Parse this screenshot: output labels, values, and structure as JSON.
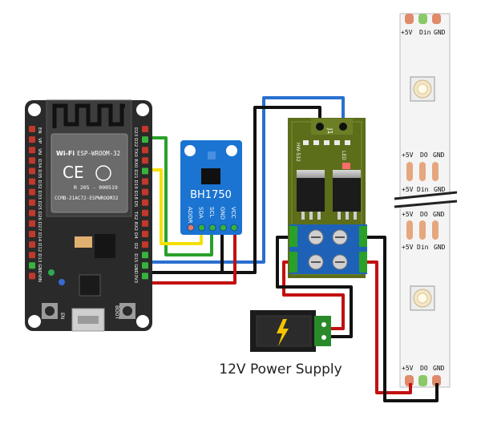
{
  "esp32": {
    "module_label": "ESP-WROOM-32",
    "cert_line_1": "R 205 - 000519",
    "cert_line_2": "CCMB-21AC72-ESPWROOM32",
    "en_label": "EN",
    "boot_label": "BOOT",
    "left_pins": [
      "EN",
      "VP",
      "VN",
      "D34",
      "D35",
      "D32",
      "D33",
      "D25",
      "D26",
      "D27",
      "D14",
      "D12",
      "D13",
      "GND",
      "VIN"
    ],
    "right_pins": [
      "D23",
      "D22",
      "TX0",
      "RX0",
      "D21",
      "D19",
      "D18",
      "D5",
      "TX2",
      "RX2",
      "D4",
      "D2",
      "D15",
      "GND",
      "3V3"
    ]
  },
  "sensor": {
    "name": "BH1750",
    "pins": [
      "ADDR",
      "SDA",
      "SCL",
      "GND",
      "VCC"
    ]
  },
  "mosfet": {
    "j1_label": "J1",
    "led_label": "LED",
    "vertical_label": "HW-532"
  },
  "strip": {
    "top_labels": [
      "+5V",
      "Din",
      "GND"
    ],
    "segment_out_labels": [
      "+5V",
      "DO",
      "GND"
    ],
    "segment_in_labels": [
      "+5V",
      "Din",
      "GND"
    ],
    "bottom_labels": [
      "+5V",
      "DO",
      "GND"
    ]
  },
  "power_supply": {
    "caption": "12V Power Supply"
  },
  "colors": {
    "board": "#2a2a2a",
    "sensor": "#1b74d1",
    "mosfet": "#5c6e1a",
    "wire_green": "#2aa02a",
    "wire_yellow": "#f4e000",
    "wire_blue": "#2a6fd0",
    "wire_black": "#111111",
    "wire_red": "#c21010"
  }
}
